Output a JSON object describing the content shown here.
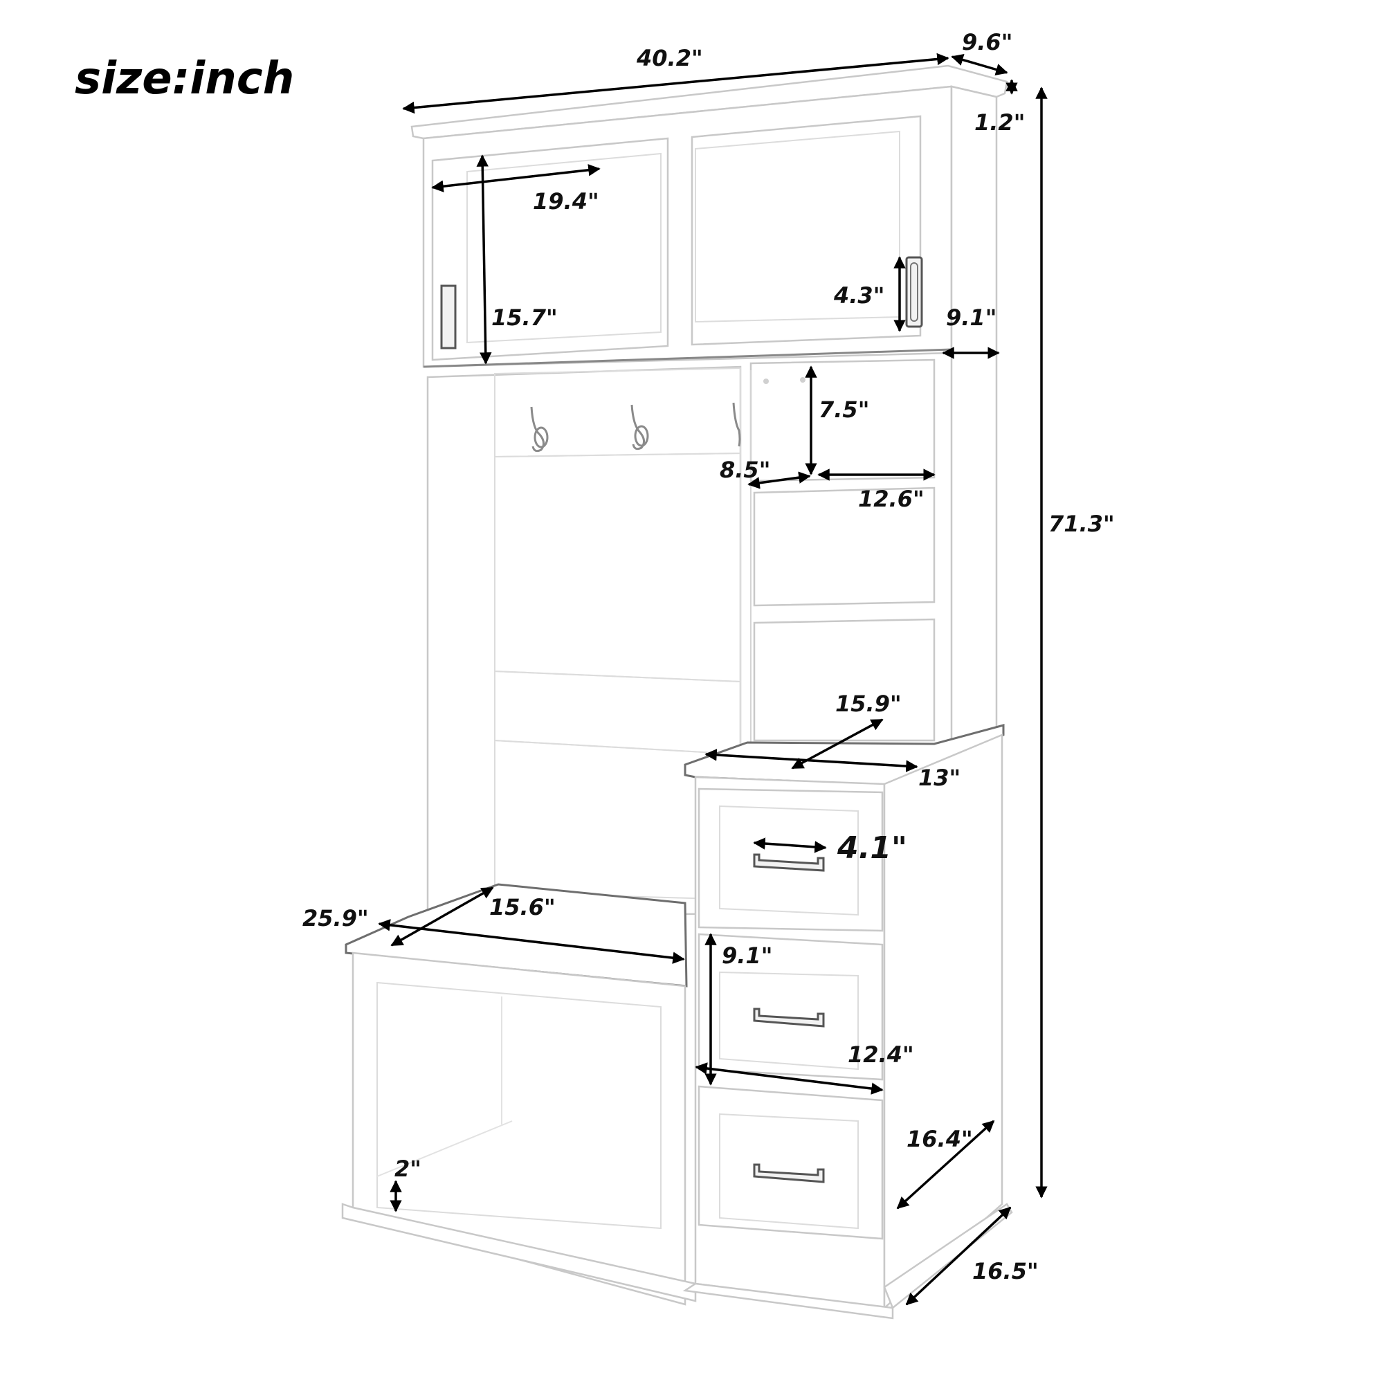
{
  "title": "size:inch",
  "unit": "inch",
  "subject": "hall tree with sliding-door top cabinet, coat hooks, open shelves, bench and three drawers",
  "dimensions": {
    "overall_width": "40.2\"",
    "overall_depth_top": "9.6\"",
    "crown_height": "1.2\"",
    "overall_height": "71.3\"",
    "door_width": "19.4\"",
    "door_height": "15.7\"",
    "door_handle_height": "4.3\"",
    "upper_side_depth": "9.1\"",
    "shelf_height": "7.5\"",
    "shelf_depth": "8.5\"",
    "shelf_width": "12.6\"",
    "drawer_top_depth": "15.9\"",
    "drawer_top_width": "13\"",
    "drawer_handle_width": "4.1\"",
    "bench_width": "25.9\"",
    "bench_depth": "15.6\"",
    "drawer_height": "9.1\"",
    "drawer_width": "12.4\"",
    "lower_side_depth": "16.4\"",
    "base_depth": "16.5\"",
    "base_plinth_height": "2\""
  },
  "components": {
    "hooks_count": 3,
    "drawers_count": 3,
    "sliding_doors_count": 2,
    "open_shelves_count": 3
  },
  "colors": {
    "line": "#000000",
    "furniture_edge": "#c8c8c8",
    "background": "#ffffff"
  }
}
